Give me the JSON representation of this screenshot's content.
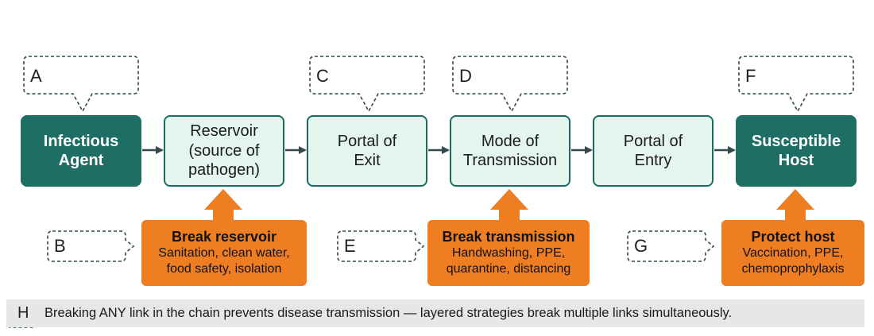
{
  "callouts": {
    "a": "A",
    "b": "B",
    "c": "C",
    "d": "D",
    "e": "E",
    "f": "F",
    "g": "G",
    "h": "H"
  },
  "chain": {
    "infectious_agent": "Infectious\nAgent",
    "reservoir": "Reservoir\n(source of\npathogen)",
    "portal_of_exit": "Portal of\nExit",
    "mode_of_transmission": "Mode of\nTransmission",
    "portal_of_entry": "Portal of\nEntry",
    "susceptible_host": "Susceptible\nHost"
  },
  "interventions": {
    "break_reservoir": {
      "title": "Break reservoir",
      "detail": "Sanitation, clean water,\nfood safety, isolation"
    },
    "break_transmission": {
      "title": "Break transmission",
      "detail": "Handwashing, PPE,\nquarantine, distancing"
    },
    "protect_host": {
      "title": "Protect host",
      "detail": "Vaccination, PPE,\nchemoprophylaxis"
    }
  },
  "note": "Breaking ANY link in the chain prevents disease transmission — layered strategies break multiple links simultaneously.",
  "colors": {
    "dark_teal": "#1f6e66",
    "light_mint": "#e3f5ec",
    "orange": "#ef7d22",
    "connector": "#35494d",
    "note_bar": "#e6e8e6"
  }
}
